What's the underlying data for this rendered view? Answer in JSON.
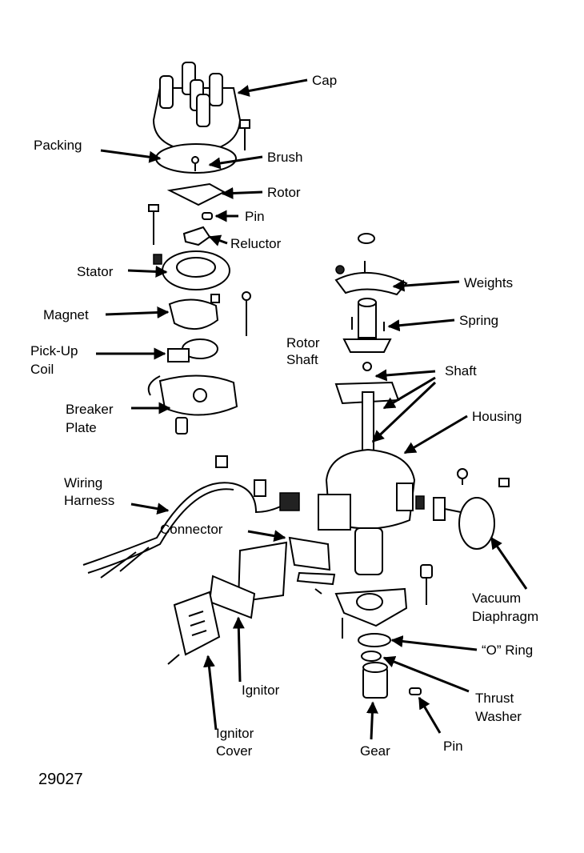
{
  "labels": {
    "cap": "Cap",
    "packing": "Packing",
    "brush": "Brush",
    "rotor": "Rotor",
    "pin_top": "Pin",
    "reluctor": "Reluctor",
    "stator": "Stator",
    "magnet": "Magnet",
    "pickup_coil_1": "Pick-Up",
    "pickup_coil_2": "Coil",
    "breaker_plate_1": "Breaker",
    "breaker_plate_2": "Plate",
    "weights": "Weights",
    "spring": "Spring",
    "rotor_shaft_1": "Rotor",
    "rotor_shaft_2": "Shaft",
    "shaft": "Shaft",
    "housing": "Housing",
    "wiring_harness_1": "Wiring",
    "wiring_harness_2": "Harness",
    "connector": "Connector",
    "vacuum_diaphragm_1": "Vacuum",
    "vacuum_diaphragm_2": "Diaphragm",
    "o_ring": "“O” Ring",
    "thrust_washer_1": "Thrust",
    "thrust_washer_2": "Washer",
    "ignitor": "Ignitor",
    "ignitor_cover_1": "Ignitor",
    "ignitor_cover_2": "Cover",
    "gear": "Gear",
    "pin_bottom": "Pin"
  },
  "figure_number": "29027"
}
